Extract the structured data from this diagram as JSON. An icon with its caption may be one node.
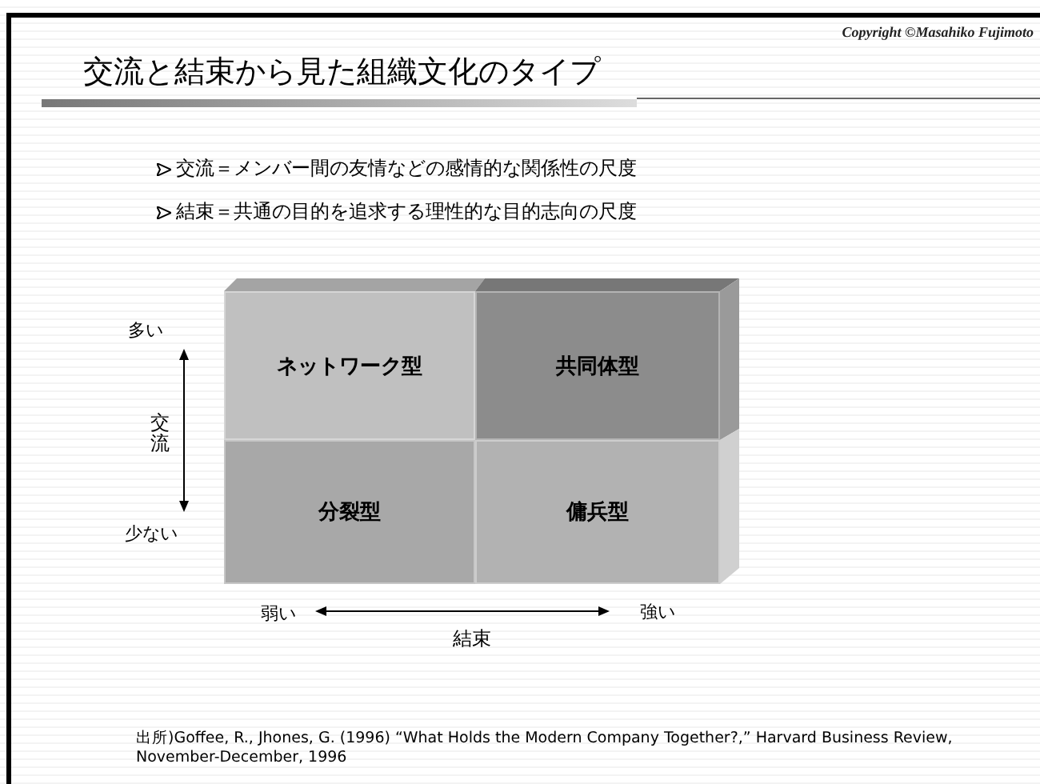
{
  "diagram": {
    "title": "交流と結束から見た組織文化のタイプ",
    "nodes": [
      {
        "text": [
          "ネットワーク型"
        ]
      },
      {
        "text": [
          "共同体型"
        ]
      },
      {
        "text": [
          "分裂型"
        ]
      },
      {
        "text": [
          "傭兵型"
        ]
      }
    ],
    "edges": [],
    "labels": [
      "Copyright ©Masahiko Fujimoto",
      "交流＝メンバー間の友情などの感情的な関係性の尺度",
      "結束＝共通の目的を追求する理性的な目的志向の尺度",
      "多い",
      "交流",
      "少ない",
      "弱い",
      "強い",
      "結束",
      "出所)Goffee, R., Jhones, G. (1996) “What Holds the Modern Company Together?,” Harvard Business Review, November-December, 1996"
    ]
  }
}
